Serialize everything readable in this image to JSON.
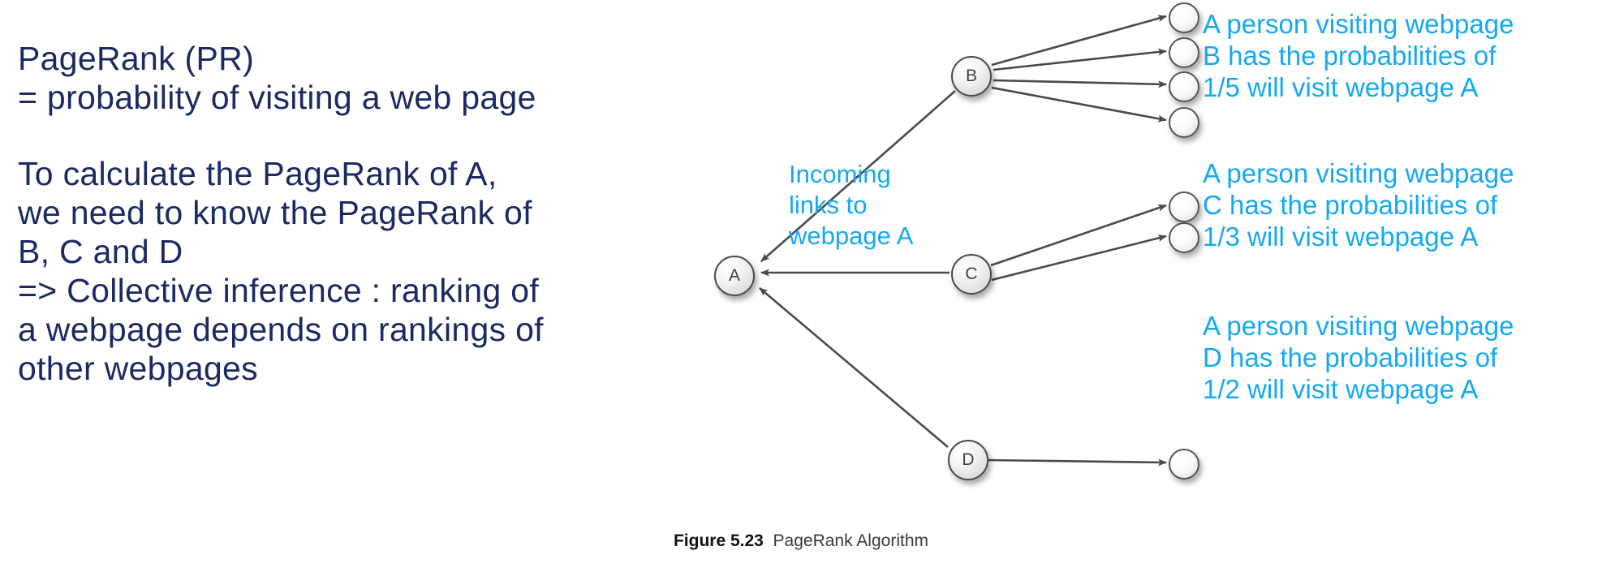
{
  "slide": {
    "background_color": "#ffffff",
    "navy_color": "#1b2a62",
    "cyan_color": "#15a9f2",
    "node_border_color": "#4a4a4a"
  },
  "left_text": {
    "definition": "PageRank (PR)\n= probability of visiting a web page",
    "explanation": "To calculate the PageRank of A,\nwe need to know the PageRank of\nB, C and D\n=> Collective inference : ranking of\na webpage depends on rankings of\nother webpages"
  },
  "graph": {
    "nodes": [
      {
        "id": "A",
        "label": "A"
      },
      {
        "id": "B",
        "label": "B"
      },
      {
        "id": "C",
        "label": "C"
      },
      {
        "id": "D",
        "label": "D"
      }
    ],
    "leaf_nodes": [
      {
        "id": "b-leaf-1",
        "label": ""
      },
      {
        "id": "b-leaf-2",
        "label": ""
      },
      {
        "id": "b-leaf-3",
        "label": ""
      },
      {
        "id": "b-leaf-4",
        "label": ""
      },
      {
        "id": "c-leaf-1",
        "label": ""
      },
      {
        "id": "c-leaf-2",
        "label": ""
      },
      {
        "id": "d-leaf-1",
        "label": ""
      }
    ],
    "incoming_label": "Incoming\nlinks to\nwebpage A"
  },
  "annotations": {
    "b": "A person visiting webpage\nB has the probabilities of\n1/5 will visit webpage A",
    "c": "A person visiting webpage\nC has the probabilities of\n1/3 will visit webpage A",
    "d": "A person visiting webpage\nD has the probabilities of\n1/2 will visit webpage A"
  },
  "caption": {
    "label": "Figure 5.23",
    "title": "PageRank Algorithm"
  },
  "chart_data": {
    "type": "diagram",
    "title": "PageRank Algorithm",
    "description": "Directed graph showing incoming links to webpage A from webpages B, C and D, each of which also links out to other pages.",
    "nodes": [
      "A",
      "B",
      "C",
      "D"
    ],
    "out_degrees": {
      "B": 5,
      "C": 3,
      "D": 2
    },
    "edges": [
      {
        "from": "B",
        "to": "A"
      },
      {
        "from": "B",
        "to": "b-leaf-1"
      },
      {
        "from": "B",
        "to": "b-leaf-2"
      },
      {
        "from": "B",
        "to": "b-leaf-3"
      },
      {
        "from": "B",
        "to": "b-leaf-4"
      },
      {
        "from": "C",
        "to": "A"
      },
      {
        "from": "C",
        "to": "c-leaf-1"
      },
      {
        "from": "C",
        "to": "c-leaf-2"
      },
      {
        "from": "D",
        "to": "A"
      },
      {
        "from": "D",
        "to": "d-leaf-1"
      }
    ],
    "probabilities": {
      "B_to_A": "1/5",
      "C_to_A": "1/3",
      "D_to_A": "1/2"
    }
  }
}
